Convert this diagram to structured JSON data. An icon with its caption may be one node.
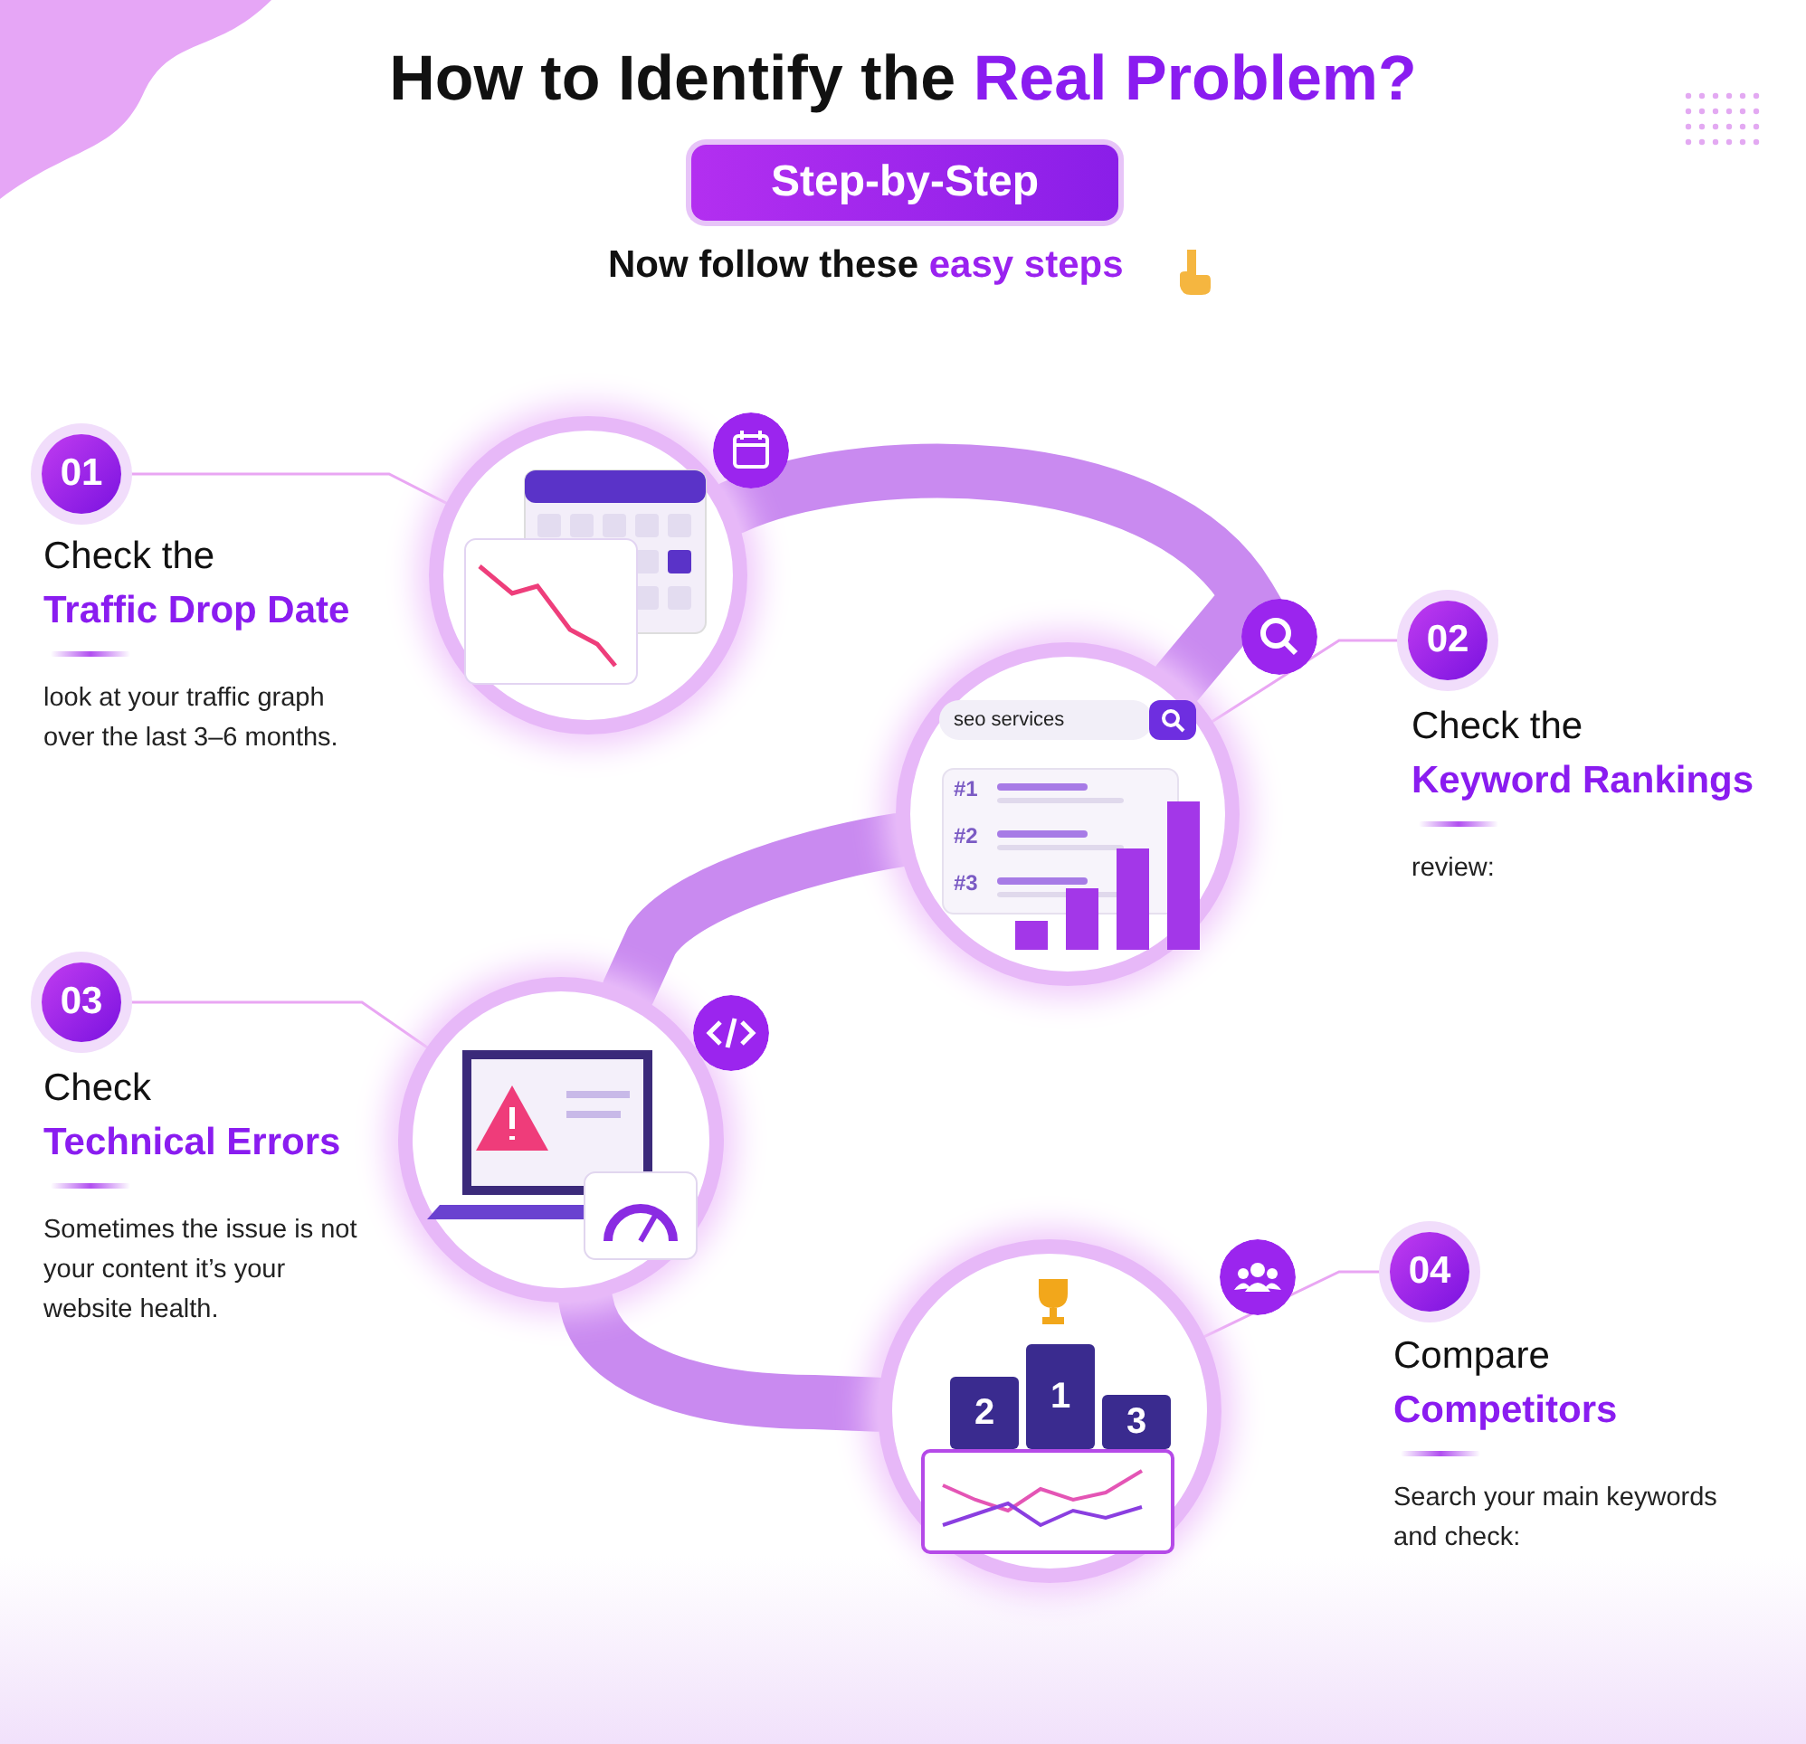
{
  "diagram": {
    "title": "How to Identify the Real Problem?",
    "nodes": [
      {
        "text": [
          "01"
        ],
        "beside": [
          "Check the",
          "Traffic Drop Date",
          "look at your traffic graph over the last 3–6 months."
        ]
      },
      {
        "text": [],
        "shape": "picture"
      },
      {
        "text": [
          "02"
        ],
        "beside": [
          "Check the",
          "Keyword Rankings",
          "review:"
        ]
      },
      {
        "text": [],
        "shape": "picture"
      },
      {
        "text": [
          "03"
        ],
        "beside": [
          "Check",
          "Technical Errors",
          "Sometimes the issue is not your content it’s your website health."
        ]
      },
      {
        "text": [],
        "shape": "picture"
      },
      {
        "text": [
          "04"
        ],
        "beside": [
          "Compare",
          "Competitors",
          "Search your main keywords and check:"
        ]
      },
      {
        "text": [],
        "shape": "picture"
      }
    ],
    "edges": [
      {
        "from": 0,
        "to": 1,
        "arrow": "none"
      },
      {
        "from": 1,
        "to": 3,
        "arrow": "none",
        "style": "thick"
      },
      {
        "from": 2,
        "to": 3,
        "arrow": "none"
      },
      {
        "from": 3,
        "to": 5,
        "arrow": "none",
        "style": "thick"
      },
      {
        "from": 4,
        "to": 5,
        "arrow": "none"
      },
      {
        "from": 5,
        "to": 7,
        "arrow": "none",
        "style": "thick"
      },
      {
        "from": 6,
        "to": 7,
        "arrow": "none"
      }
    ],
    "labels": [
      "Step-by-Step",
      "Now follow these easy steps",
      "seo services",
      "#1",
      "#2",
      "#3",
      "2",
      "1",
      "3"
    ]
  }
}
